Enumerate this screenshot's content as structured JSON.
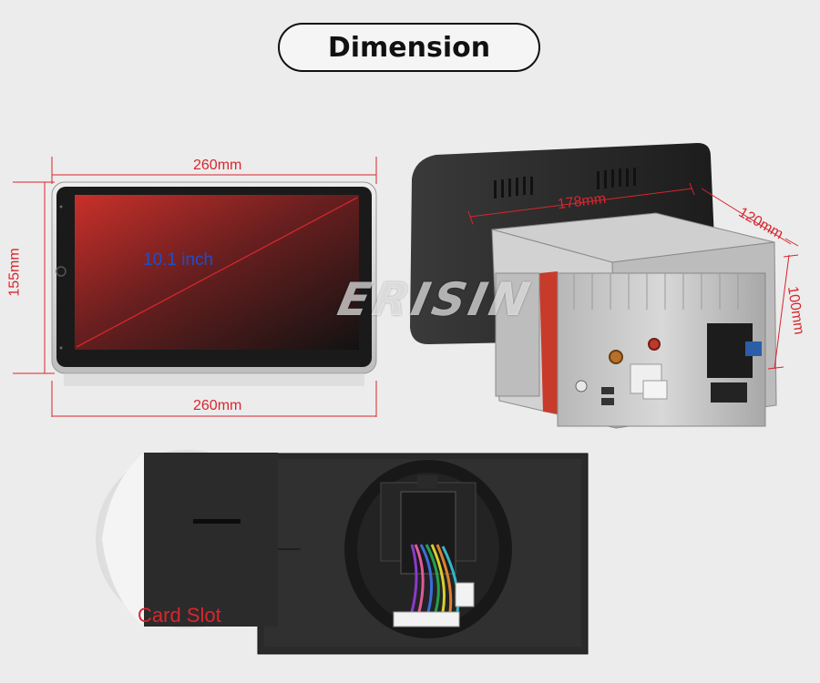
{
  "header": {
    "title": "Dimension"
  },
  "front_view": {
    "width_top_label": "260mm",
    "width_bottom_label": "260mm",
    "height_label": "155mm",
    "diagonal_label": "10.1 inch"
  },
  "back_view": {
    "width_label": "178mm",
    "depth_label": "120mm",
    "height_label": "100mm"
  },
  "rear_panel": {
    "card_slot_label": "Card Slot"
  },
  "brand": {
    "watermark": "ERISIN"
  },
  "colors": {
    "dimension_red": "#d8262e",
    "diagonal_blue": "#1b4fd0",
    "background": "#ececec"
  }
}
